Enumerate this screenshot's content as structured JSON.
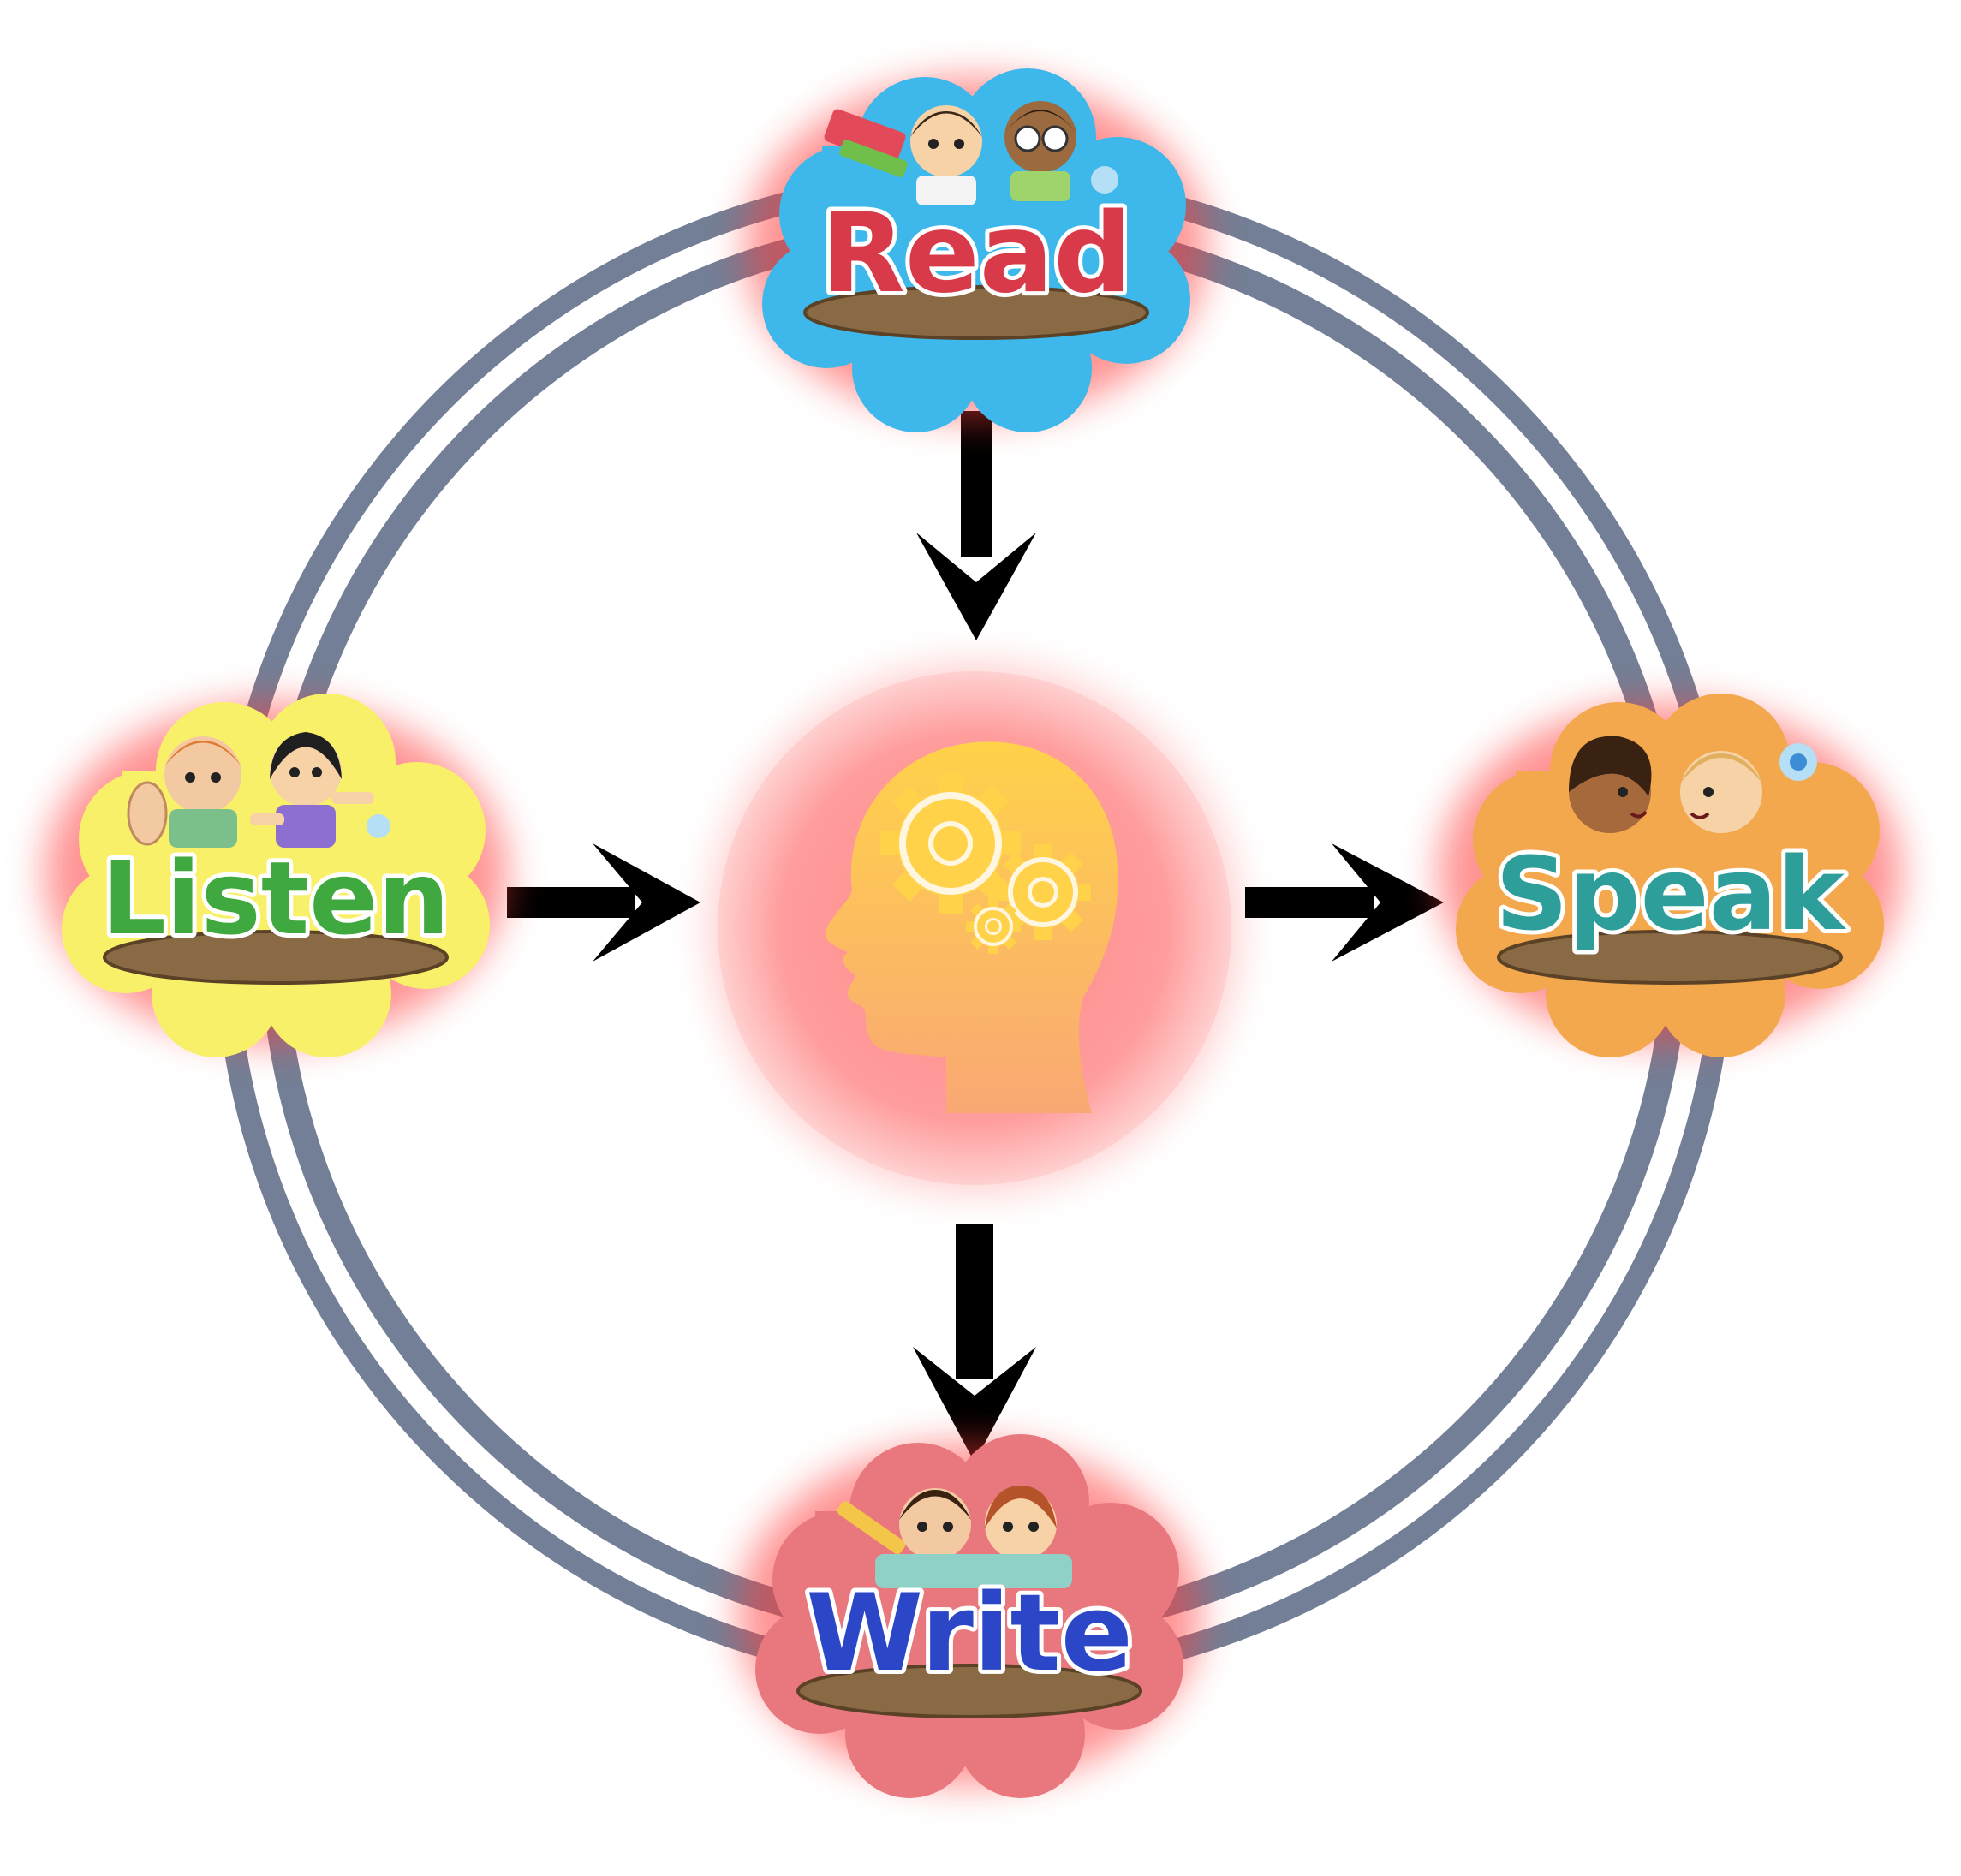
{
  "colors": {
    "ring": "#737f96",
    "arrow": "#000000",
    "glow": "#ff3b3b",
    "center_disc": "#ff9c9c",
    "head": "#fbb96a",
    "gears": "#ffd24a",
    "plate": "#8a6a45"
  },
  "nodes": [
    {
      "key": "read",
      "label": "Read",
      "bg": "#3eb8ea",
      "icon": "reading-children-icon"
    },
    {
      "key": "listen",
      "label": "Listen",
      "bg": "#f9f06a",
      "icon": "listening-children-icon"
    },
    {
      "key": "speak",
      "label": "Speak",
      "bg": "#f3a84e",
      "icon": "speaking-children-icon"
    },
    {
      "key": "write",
      "label": "Write",
      "bg": "#e8787e",
      "icon": "writing-children-icon"
    }
  ],
  "center": {
    "icon": "head-gears-icon"
  },
  "edges": [
    {
      "from": "read",
      "to": "center"
    },
    {
      "from": "listen",
      "to": "center"
    },
    {
      "from": "center",
      "to": "speak"
    },
    {
      "from": "center",
      "to": "write"
    }
  ]
}
